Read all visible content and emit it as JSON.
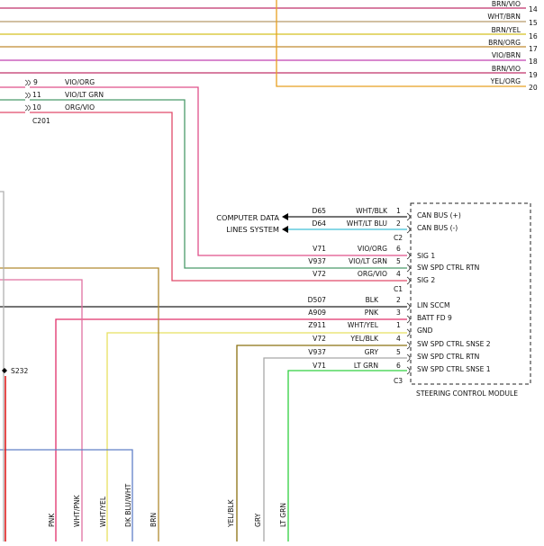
{
  "top_wires": [
    {
      "label": "BRN/VIO",
      "pin": "14",
      "color": "#c0306a"
    },
    {
      "label": "WHT/BRN",
      "pin": "15",
      "color": "#b89a6a"
    },
    {
      "label": "BRN/YEL",
      "pin": "16",
      "color": "#d4c020"
    },
    {
      "label": "BRN/ORG",
      "pin": "17",
      "color": "#c08a30"
    },
    {
      "label": "VIO/BRN",
      "pin": "18",
      "color": "#c040b0"
    },
    {
      "label": "BRN/VIO",
      "pin": "19",
      "color": "#c0306a"
    },
    {
      "label": "YEL/ORG",
      "pin": "20",
      "color": "#e8a020"
    }
  ],
  "c201": {
    "name": "C201",
    "rows": [
      {
        "pin": "9",
        "label": "VIO/ORG",
        "color": "#e0508a"
      },
      {
        "pin": "11",
        "label": "VIO/LT GRN",
        "color": "#4a9a6a"
      },
      {
        "pin": "10",
        "label": "ORG/VIO",
        "color": "#e04a6a"
      }
    ]
  },
  "computer_data": {
    "line1": "COMPUTER DATA",
    "line2": "LINES SYSTEM"
  },
  "module": {
    "name": "STEERING CONTROL MODULE",
    "groups": [
      {
        "connector": "C2",
        "rows": [
          {
            "circuit": "D65",
            "wire": "WHT/BLK",
            "pin": "1",
            "signal": "CAN BUS (+)",
            "color": "#222222"
          },
          {
            "circuit": "D64",
            "wire": "WHT/LT BLU",
            "pin": "2",
            "signal": "CAN BUS (-)",
            "color": "#40c0d8"
          }
        ]
      },
      {
        "connector": "C1",
        "rows": [
          {
            "circuit": "V71",
            "wire": "VIO/ORG",
            "pin": "6",
            "signal": "SIG 1",
            "color": "#e0508a"
          },
          {
            "circuit": "V937",
            "wire": "VIO/LT GRN",
            "pin": "5",
            "signal": "SW SPD CTRL RTN",
            "color": "#4a9a6a"
          },
          {
            "circuit": "V72",
            "wire": "ORG/VIO",
            "pin": "4",
            "signal": "SIG 2",
            "color": "#e04a6a"
          }
        ]
      },
      {
        "connector": "C3",
        "rows": [
          {
            "circuit": "D507",
            "wire": "BLK",
            "pin": "2",
            "signal": "LIN SCCM",
            "color": "#222222"
          },
          {
            "circuit": "A909",
            "wire": "PNK",
            "pin": "3",
            "signal": "BATT FD 9",
            "color": "#e0306a"
          },
          {
            "circuit": "Z911",
            "wire": "WHT/YEL",
            "pin": "1",
            "signal": "GND",
            "color": "#e8e060"
          },
          {
            "circuit": "V72",
            "wire": "YEL/BLK",
            "pin": "4",
            "signal": "SW SPD CTRL SNSE 2",
            "color": "#8a7010"
          },
          {
            "circuit": "V937",
            "wire": "GRY",
            "pin": "5",
            "signal": "SW SPD CTRL RTN",
            "color": "#a8a8a8"
          },
          {
            "circuit": "V71",
            "wire": "LT GRN",
            "pin": "6",
            "signal": "SW SPD CTRL SNSE 1",
            "color": "#30d040"
          }
        ]
      }
    ]
  },
  "splice": {
    "name": "S232"
  },
  "bottom_labels": [
    {
      "text": "PNK"
    },
    {
      "text": "WHT/PNK"
    },
    {
      "text": "WHT/YEL"
    },
    {
      "text": "DK BLU/WHT"
    },
    {
      "text": "BRN"
    },
    {
      "text": "YEL/BLK"
    },
    {
      "text": "GRY"
    },
    {
      "text": "LT GRN"
    }
  ],
  "colors": {
    "pnk": "#e0306a",
    "whtpnk": "#e070a0",
    "whtyel": "#e8e060",
    "dkbluwht": "#6080c8",
    "brn": "#b08a30",
    "yelblk": "#8a7010",
    "gry": "#a8a8a8",
    "ltgrn": "#30d040",
    "red": "#e02020",
    "gray_left": "#b0b0b0"
  }
}
